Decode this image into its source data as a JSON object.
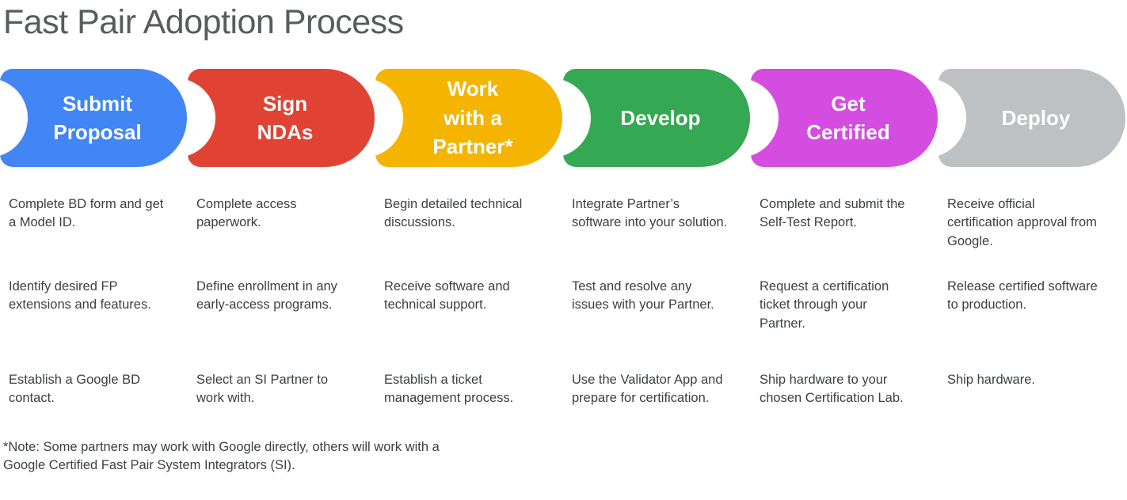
{
  "page": {
    "title": "Fast Pair Adoption Process"
  },
  "stages": [
    {
      "label": "Submit\nProposal",
      "color": "#4285F4",
      "points": [
        "Complete BD form and get a Model ID.",
        "Identify desired FP extensions and features.",
        "Establish a Google BD contact."
      ]
    },
    {
      "label": "Sign\nNDAs",
      "color": "#E04334",
      "points": [
        "Complete access paperwork.",
        "Define enrollment in any early-access programs.",
        "Select an SI Partner to work with."
      ]
    },
    {
      "label": "Work\nwith a\nPartner*",
      "color": "#F4B400",
      "points": [
        "Begin detailed technical discussions.",
        "Receive software and technical support.",
        "Establish a ticket management process."
      ]
    },
    {
      "label": "Develop",
      "color": "#34A853",
      "points": [
        "Integrate Partner’s software into your solution.",
        "Test and resolve any issues with your Partner.",
        "Use the Validator App and prepare for certification."
      ]
    },
    {
      "label": "Get\nCertified",
      "color": "#D44CE0",
      "points": [
        "Complete and submit the Self-Test Report.",
        "Request a certification ticket through your Partner.",
        "Ship hardware to your chosen Certification Lab."
      ]
    },
    {
      "label": "Deploy",
      "color": "#BDC1C4",
      "points": [
        "Receive official certification approval from Google.",
        "Release certified software to production.",
        "Ship hardware."
      ]
    }
  ],
  "note": "*Note: Some partners may work with Google directly, others will work with a\nGoogle Certified Fast Pair System Integrators (SI)."
}
